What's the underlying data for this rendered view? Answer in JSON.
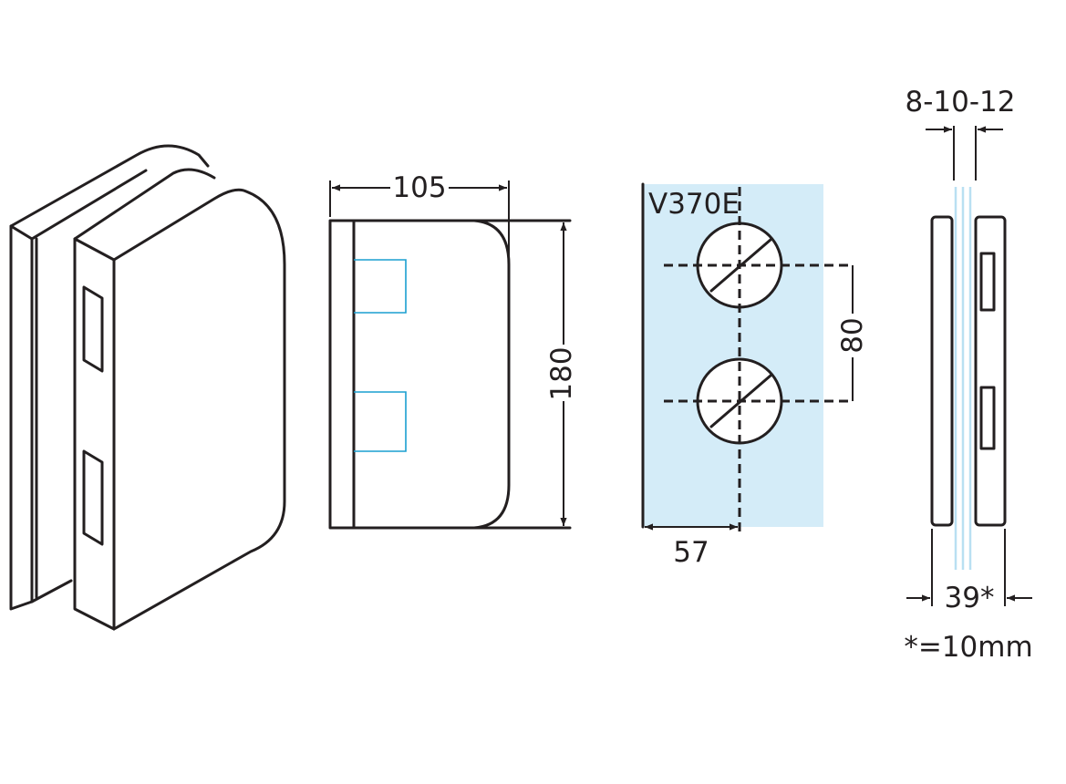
{
  "dimensions": {
    "width": "105",
    "height": "180",
    "hole_spacing": "80",
    "edge_offset": "57",
    "glass_thickness": "8-10-12",
    "depth": "39*"
  },
  "model_code": "V370E",
  "footnote": "*=10mm",
  "colors": {
    "line": "#231f20",
    "glass_fill": "#d4ecf8",
    "cyan_line": "#1a9fd0"
  }
}
